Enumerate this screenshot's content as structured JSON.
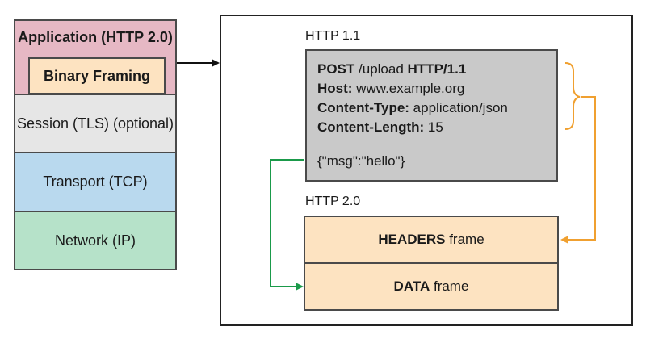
{
  "stack": {
    "application_label": "Application (HTTP 2.0)",
    "binary_framing_label": "Binary Framing",
    "session_label": "Session (TLS) (optional)",
    "transport_label": "Transport (TCP)",
    "network_label": "Network (IP)"
  },
  "http11": {
    "caption": "HTTP 1.1",
    "line1_method": "POST",
    "line1_path": " /upload ",
    "line1_version": "HTTP/1.1",
    "line2_key": "Host:",
    "line2_value": " www.example.org",
    "line3_key": "Content-Type:",
    "line3_value": " application/json",
    "line4_key": "Content-Length:",
    "line4_value": " 15",
    "body": "{\"msg\":\"hello\"}"
  },
  "http2": {
    "caption": "HTTP 2.0",
    "headers_bold": "HEADERS",
    "headers_rest": " frame",
    "data_bold": "DATA",
    "data_rest": " frame"
  },
  "colors": {
    "application": "#e6b8c4",
    "binary_framing": "#fde3c1",
    "session": "#e6e6e6",
    "transport": "#b9d9ee",
    "network": "#b6e2c9",
    "http11_box": "#c9c9c9",
    "headers_arrow": "#f0a030",
    "data_arrow": "#1a9a4a"
  }
}
